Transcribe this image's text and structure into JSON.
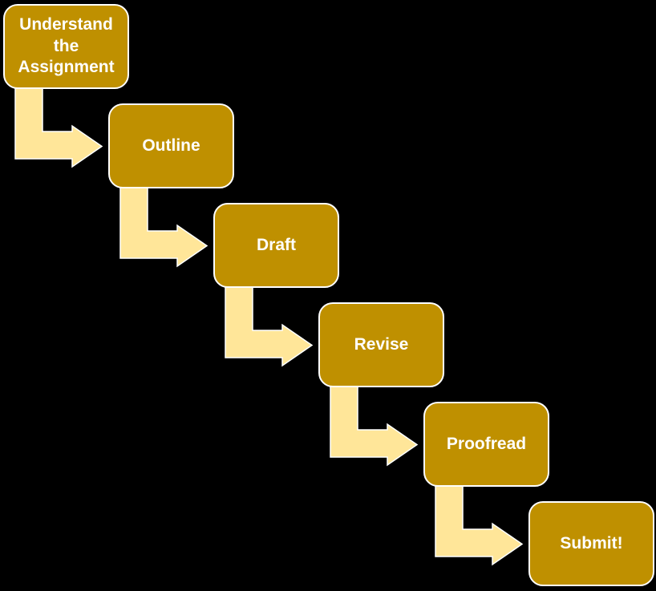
{
  "diagram": {
    "type": "staircase-process",
    "steps": [
      {
        "label": "Understand the Assignment"
      },
      {
        "label": "Outline"
      },
      {
        "label": "Draft"
      },
      {
        "label": "Revise"
      },
      {
        "label": "Proofread"
      },
      {
        "label": "Submit!"
      }
    ],
    "connections": [
      {
        "from": "Understand the Assignment",
        "to": "Outline"
      },
      {
        "from": "Outline",
        "to": "Draft"
      },
      {
        "from": "Draft",
        "to": "Revise"
      },
      {
        "from": "Revise",
        "to": "Proofread"
      },
      {
        "from": "Proofread",
        "to": "Submit!"
      }
    ],
    "colors": {
      "background": "#000000",
      "box_fill": "#BF9000",
      "box_border": "#FFFFFF",
      "box_text": "#FFFFFF",
      "arrow_fill": "#FFE699",
      "arrow_outline": "#FFFFFF"
    }
  }
}
